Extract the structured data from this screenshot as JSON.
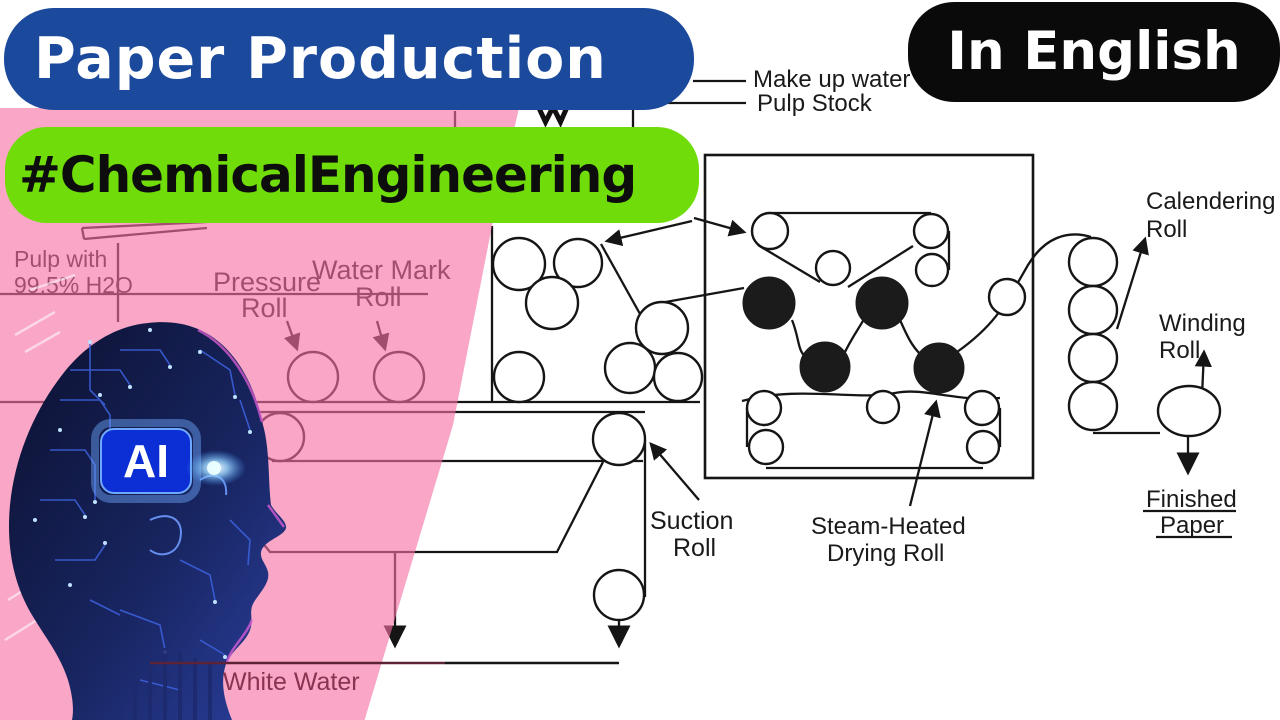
{
  "banners": {
    "title": "Paper Production",
    "hashtag": "#ChemicalEngineering",
    "language": "In English"
  },
  "head_badge": "AI",
  "labels": {
    "make_up_water": "Make up water",
    "pulp_stock": "Pulp Stock",
    "pulp_feed": [
      "Pulp with",
      "99.5% H2O"
    ],
    "pressure_roll": [
      "Pressure",
      "Roll"
    ],
    "water_mark_roll": [
      "Water Mark",
      "Roll"
    ],
    "suction_roll": [
      "Suction",
      "Roll"
    ],
    "drying_roll": [
      "Steam-Heated",
      "Drying Roll"
    ],
    "calendering_roll": [
      "Calendering",
      "Roll"
    ],
    "winding_roll": [
      "Winding",
      "Roll"
    ],
    "finished_paper": [
      "Finished",
      "Paper"
    ],
    "white_water": "White Water"
  },
  "colors": {
    "banner_blue": "#1b4a9c",
    "banner_green": "#70dd0a",
    "banner_black": "#0a0a0a",
    "pink_overlay": "#f66fa5",
    "ink": "#151515",
    "maroon_text": "#8a3350"
  }
}
